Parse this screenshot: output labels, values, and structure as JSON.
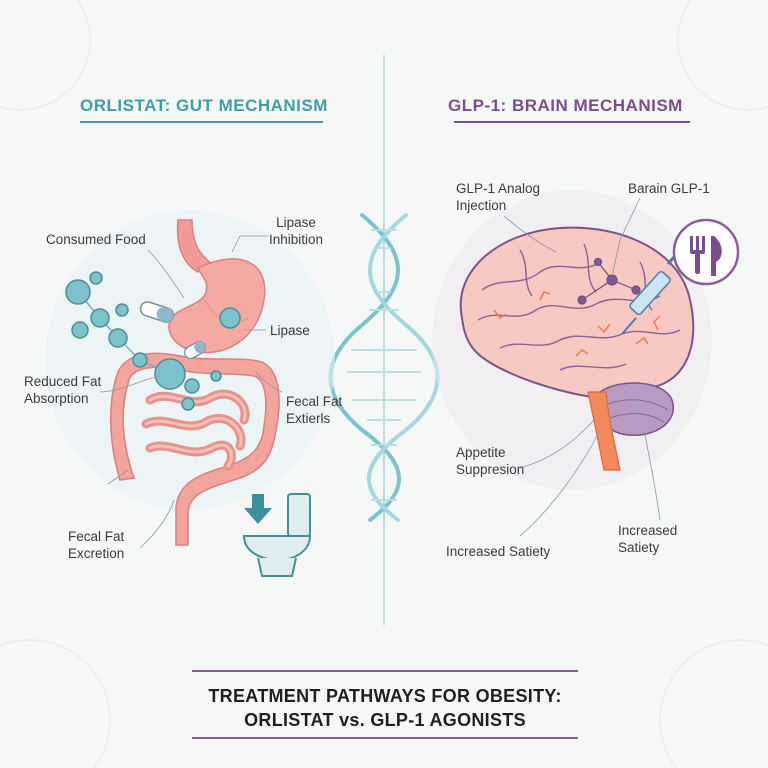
{
  "left_panel": {
    "title": "ORLISTAT: GUT MECHANISM",
    "labels": {
      "consumed_food": "Consumed Food",
      "lipase_inhibition": "Lipase\nInhibition",
      "lipase": "Lipase",
      "reduced_fat_absorption": "Reduced Fat\nAbsorption",
      "fecal_fat_extierls": "Fecal Fat\nExtierls",
      "fecal_fat_excretion": "Fecal Fat\nExcretion"
    }
  },
  "right_panel": {
    "title": "GLP-1: BRAIN MECHANISM",
    "labels": {
      "glp1_analog_injection": "GLP-1 Analog\nInjection",
      "barain_glp1": "Barain GLP-1",
      "appetite_suppresion": "Appetite\nSuppresion",
      "increased_satiety_left": "Increased Satiety",
      "increased_satiety_right": "Increased\nSatiety"
    }
  },
  "footer": {
    "line1": "TREATMENT PATHWAYS FOR OBESITY:",
    "line2": "ORLISTAT vs. GLP-1 AGONISTS"
  },
  "colors": {
    "orlistat_teal": "#3f9ea5",
    "glp1_purple": "#7a4e8e",
    "gut_pink": "#f2a8a3",
    "brain_pink": "#f5c7c0"
  },
  "icons": [
    "dna-icon",
    "toilet-icon",
    "down-arrow-icon",
    "fork-knife-icon",
    "syringe-icon",
    "pill-icon",
    "fat-molecule-icon"
  ]
}
